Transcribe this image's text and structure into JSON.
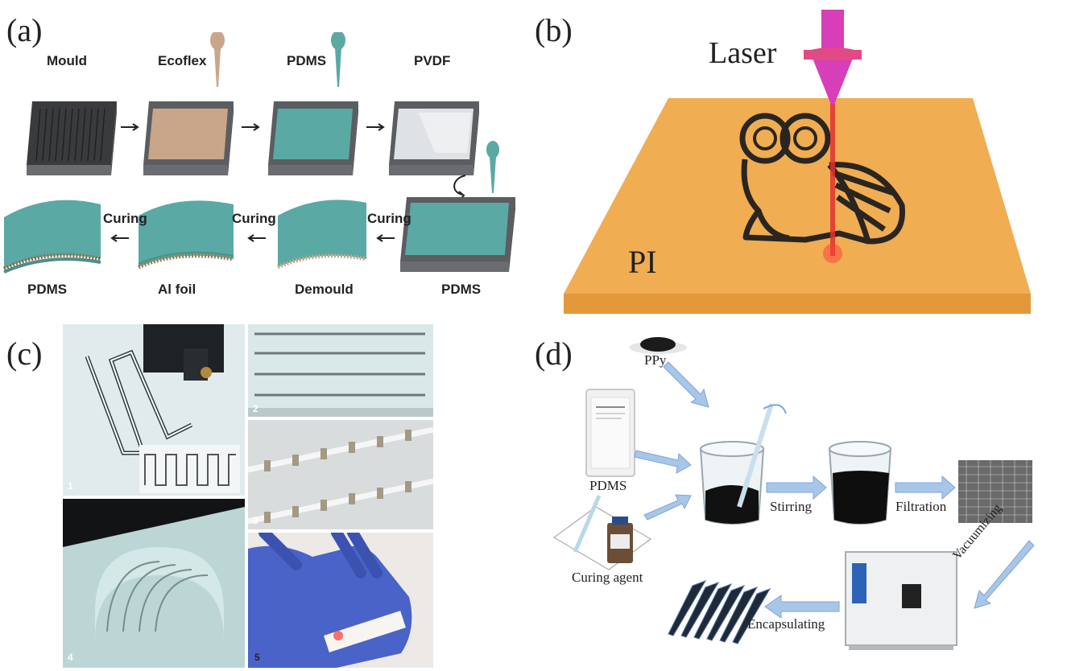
{
  "panels": {
    "a": {
      "letter": "(a)",
      "top_labels": [
        "Mould",
        "Ecoflex",
        "PDMS",
        "PVDF"
      ],
      "curing_labels": [
        "Curing",
        "Curing",
        "Curing"
      ],
      "bottom_labels": [
        "PDMS",
        "Al foil",
        "Demould",
        "PDMS"
      ]
    },
    "b": {
      "letter": "(b)",
      "laser_label": "Laser",
      "substrate_label": "PI"
    },
    "c": {
      "letter": "(c)",
      "photo_numbers": [
        "1",
        "2",
        "3",
        "4",
        "5"
      ]
    },
    "d": {
      "letter": "(d)",
      "ppy_label": "PPy",
      "pdms_label": "PDMS",
      "curing_agent_label": "Curing agent",
      "stirring_label": "Stirring",
      "filtration_label": "Filtration",
      "vacuumizing_label": "Vacuumizing",
      "encapsulating_label": "Encapsulating"
    }
  },
  "colors": {
    "teal": "#5aa9a4",
    "mould_gray": "#5b5d60",
    "ecoflex": "#c9a68a",
    "pi_orange": "#f0ad52",
    "laser_magenta": "#d63fb8",
    "arrow_blue": "#a8c6e8"
  }
}
